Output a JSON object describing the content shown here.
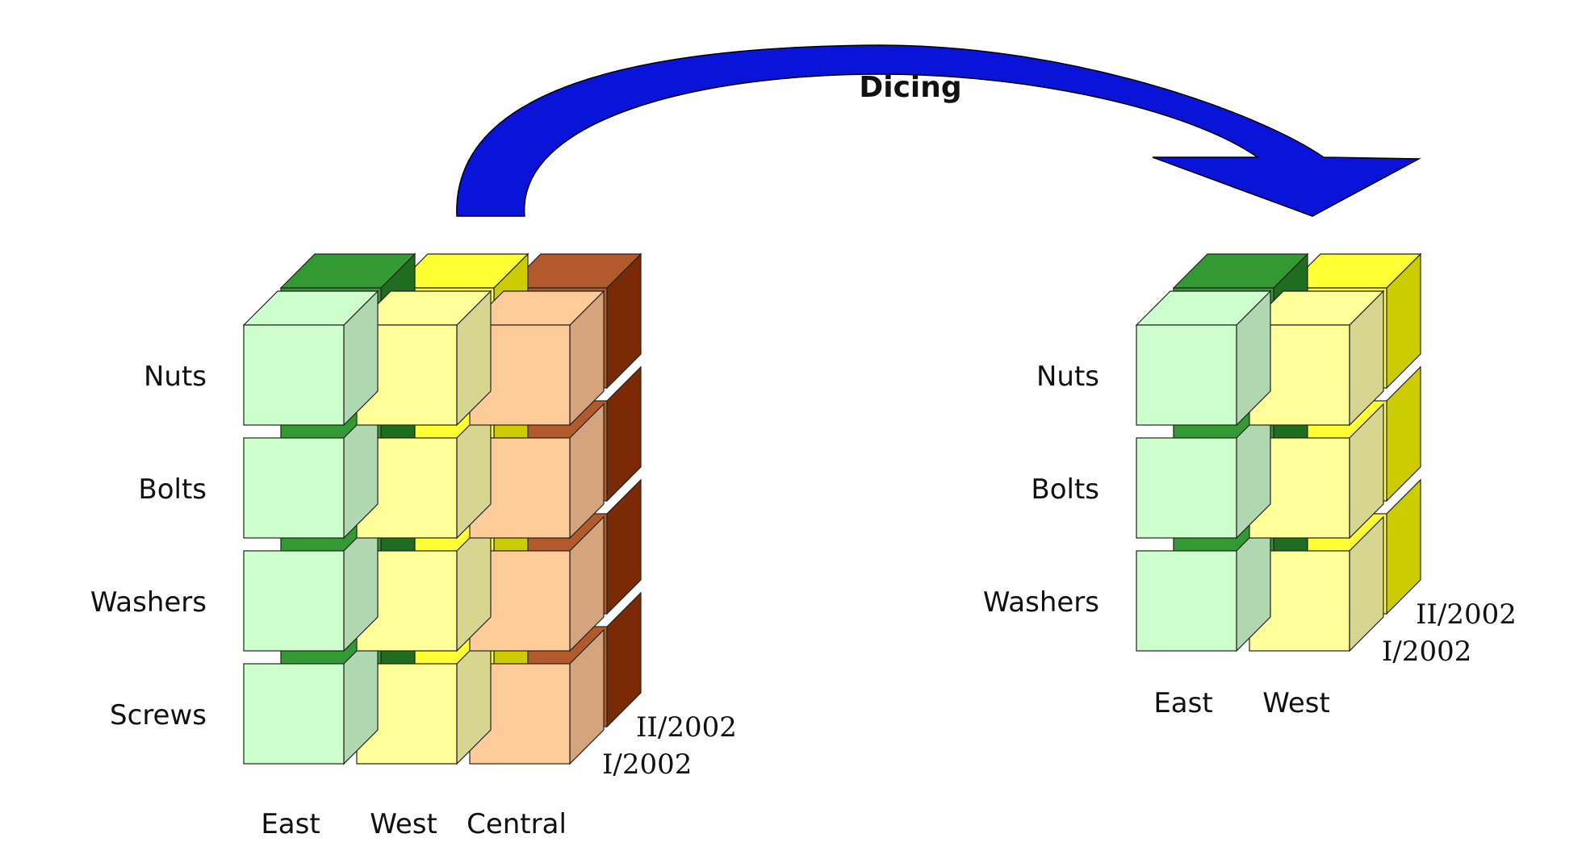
{
  "title": "Dicing",
  "colors": {
    "arrow": "#0a14d8",
    "east": {
      "front": "#ccffcc",
      "side": "#b0d8b0",
      "top": "#ccffcc",
      "back": "#339933",
      "backdark": "#1f6e1f"
    },
    "west": {
      "front": "#ffff99",
      "side": "#d6d690",
      "top": "#ffff99",
      "back": "#ffff33",
      "backdark": "#cccc00"
    },
    "central": {
      "front": "#ffcc99",
      "side": "#d6a47c",
      "top": "#ffcc99",
      "back": "#b25a2c",
      "backdark": "#7a2a05"
    }
  },
  "cube_left": {
    "products": [
      "Nuts",
      "Bolts",
      "Washers",
      "Screws"
    ],
    "locations": [
      "East",
      "West",
      "Central"
    ],
    "periods": [
      "I/2002",
      "II/2002"
    ]
  },
  "cube_right": {
    "products": [
      "Nuts",
      "Bolts",
      "Washers"
    ],
    "locations": [
      "East",
      "West"
    ],
    "periods": [
      "I/2002",
      "II/2002"
    ]
  }
}
